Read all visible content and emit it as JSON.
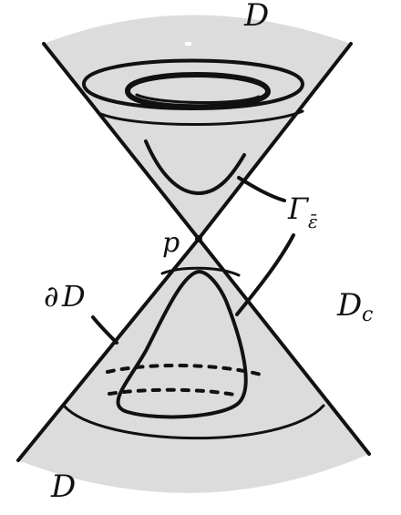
{
  "labels": {
    "d_top": "D",
    "d_bottom": "D",
    "d_c_base": "D",
    "d_c_sub": "c",
    "boundary_partial": "∂",
    "boundary_d": "D",
    "point_p": "p",
    "gamma": "Γ",
    "gamma_sub": "ε̄"
  },
  "colors": {
    "shading": "#dcdcdc",
    "ink": "#111111",
    "background": "#ffffff"
  }
}
